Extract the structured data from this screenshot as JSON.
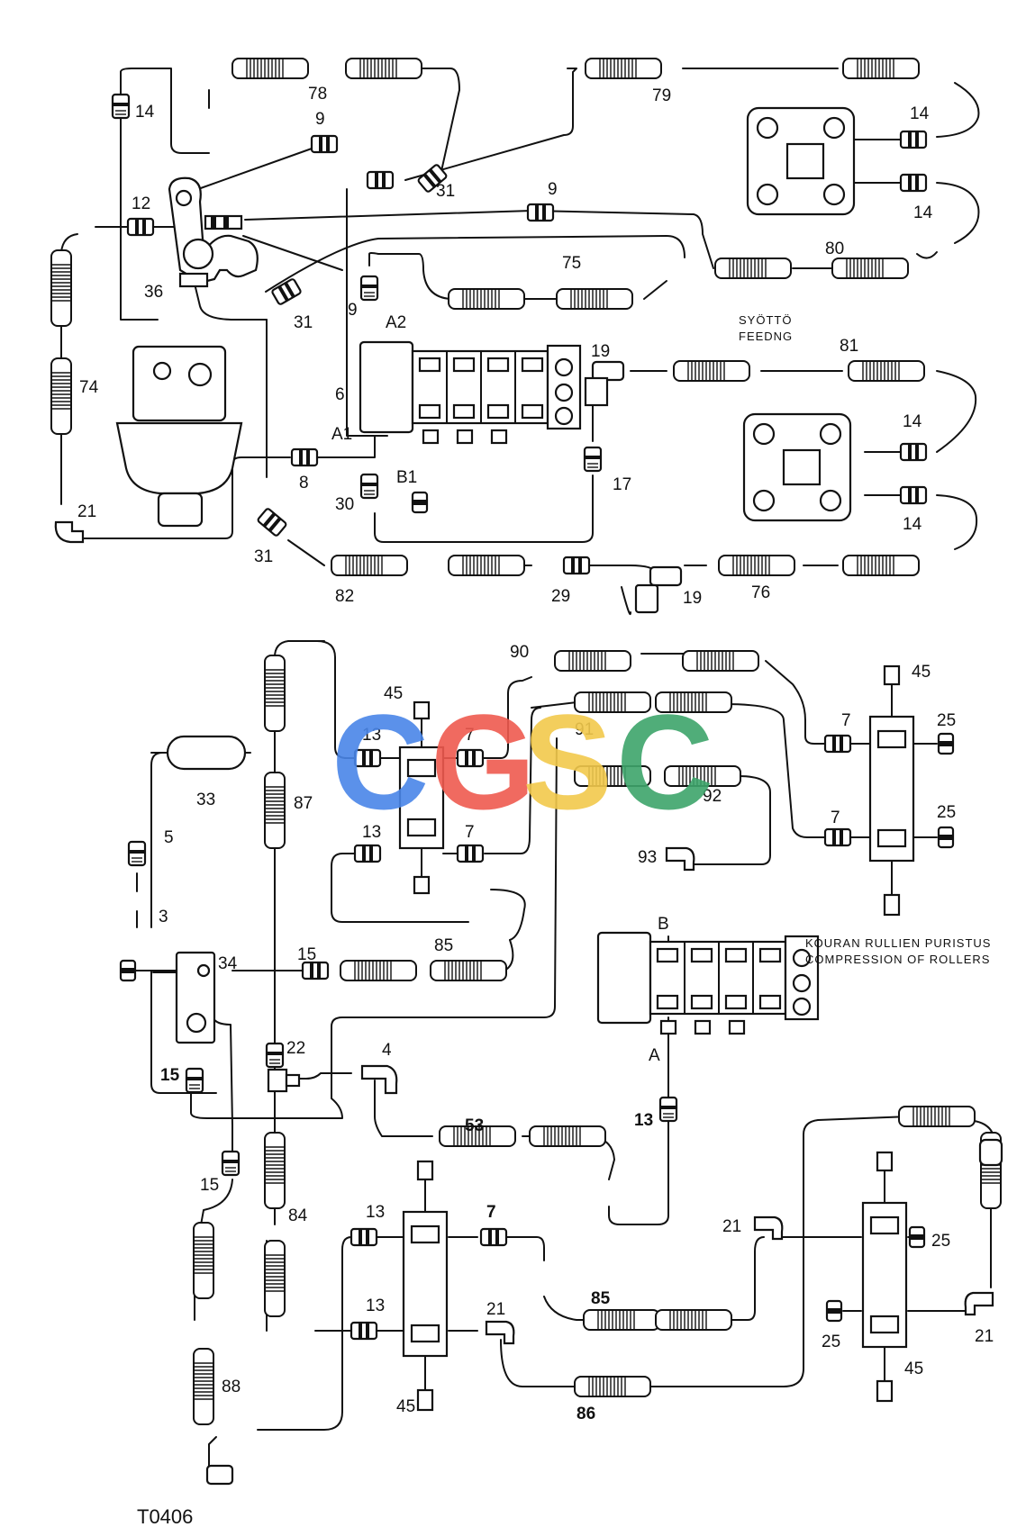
{
  "labels": {
    "l78": "78",
    "l79": "79",
    "l14a": "14",
    "l14b": "14",
    "l14c": "14",
    "l14d": "14",
    "l14e": "14",
    "l9a": "9",
    "l9b": "9",
    "l9c": "9",
    "l31a": "31",
    "l31b": "31",
    "l31c": "31",
    "l12": "12",
    "l36": "36",
    "l75": "75",
    "l80": "80",
    "lA2": "A2",
    "l6": "6",
    "lA1": "A1",
    "lB1": "B1",
    "l8": "8",
    "l30": "30",
    "l74": "74",
    "l21a": "21",
    "l19a": "19",
    "l17": "17",
    "l81": "81",
    "l82": "82",
    "l29": "29",
    "l19b": "19",
    "l76": "76",
    "l90": "90",
    "l45a": "45",
    "l45b": "45",
    "l45c": "45",
    "l45d": "45",
    "l13a": "13",
    "l13b": "13",
    "l13c": "13",
    "l13d": "13",
    "l13e": "13",
    "l7a": "7",
    "l7b": "7",
    "l7c": "7",
    "l7d": "7",
    "l7e": "7",
    "l91": "91",
    "l92": "92",
    "l93": "93",
    "l87": "87",
    "l33": "33",
    "l5": "5",
    "l3": "3",
    "l25a": "25",
    "l25b": "25",
    "l25c": "25",
    "l25d": "25",
    "l34": "34",
    "l15a": "15",
    "l15b": "15",
    "l15c": "15",
    "l85a": "85",
    "l85b": "85",
    "l22": "22",
    "l4": "4",
    "l53": "53",
    "l84": "84",
    "l21b": "21",
    "l21c": "21",
    "l21d": "21",
    "l86": "86",
    "l88": "88",
    "lB": "B",
    "lAv": "A"
  },
  "captions": {
    "feeding_fi": "SYÖTTÖ",
    "feeding_en": "FEEDNG",
    "rollers_fi": "KOURAN RULLIEN PURISTUS",
    "rollers_en": "COMPRESSION OF ROLLERS"
  },
  "drawing_code": "T0406",
  "watermark": {
    "letters": [
      "C",
      "G",
      "S",
      "C"
    ],
    "colors": [
      "#4a86e8",
      "#ef5a4f",
      "#f2c94c",
      "#3ea56b"
    ]
  }
}
